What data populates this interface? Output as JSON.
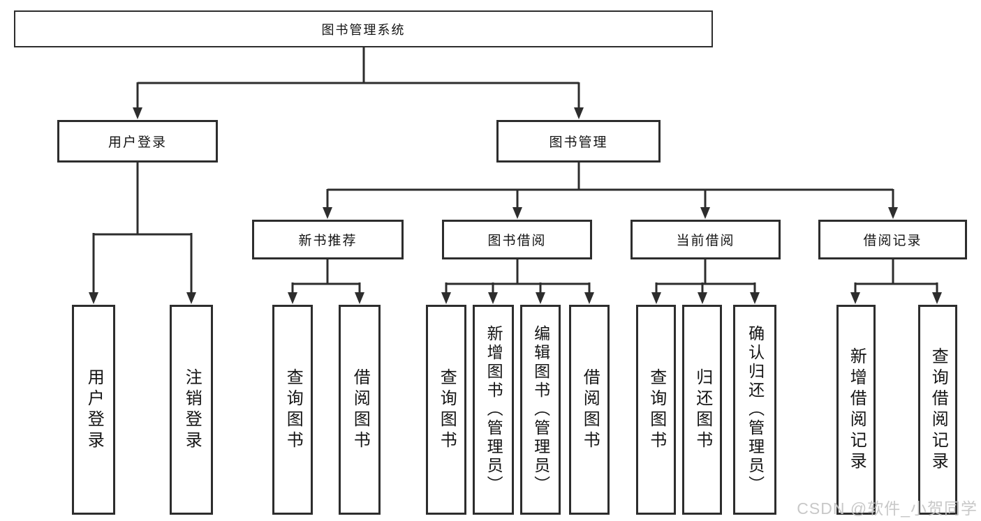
{
  "diagram": {
    "type": "hierarchy-flowchart",
    "root": "图书管理系统",
    "branches": [
      {
        "label": "用户登录",
        "children": [
          "用户登录",
          "注销登录"
        ]
      },
      {
        "label": "图书管理",
        "children": [
          {
            "label": "新书推荐",
            "children": [
              "查询图书",
              "借阅图书"
            ]
          },
          {
            "label": "图书借阅",
            "children": [
              "查询图书",
              "新增图书（管理员）",
              "编辑图书（管理员）",
              "借阅图书"
            ]
          },
          {
            "label": "当前借阅",
            "children": [
              "查询图书",
              "归还图书",
              "确认归还（管理员）"
            ]
          },
          {
            "label": "借阅记录",
            "children": [
              "新增借阅记录",
              "查询借阅记录"
            ]
          }
        ]
      }
    ]
  },
  "watermark": {
    "text": "CSDN @软件_小贺同学"
  },
  "colors": {
    "line": "#2d2d2d",
    "box_border": "#2d2d2d",
    "text": "#141414",
    "watermark": "#c5c5c5",
    "background": "#ffffff"
  }
}
